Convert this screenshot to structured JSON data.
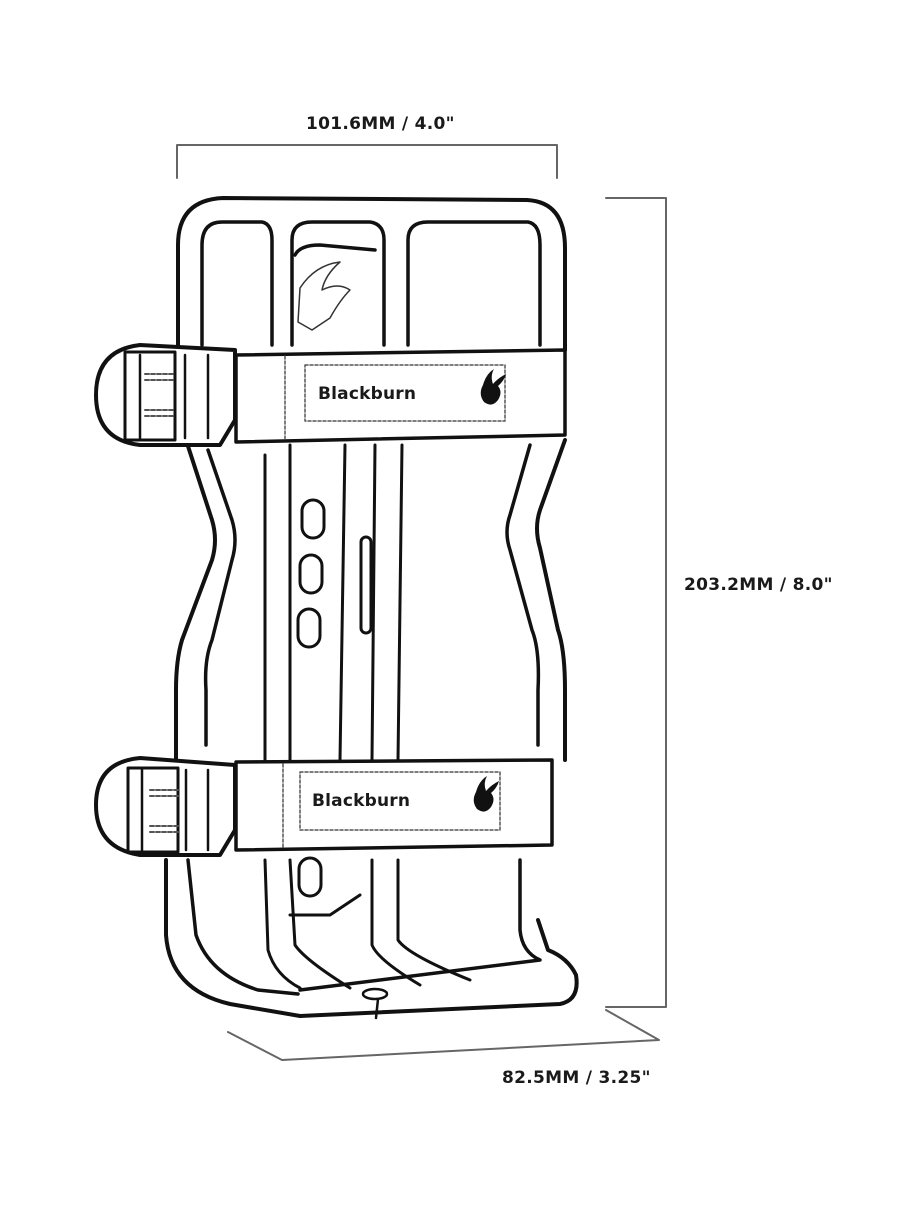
{
  "diagram": {
    "subject": "Blackburn bottle cage dimension drawing",
    "line_color": "#111111",
    "dimension_line_color": "#666666",
    "background": "#ffffff"
  },
  "dimensions": {
    "width": {
      "label": "101.6MM / 4.0\"",
      "mm": 101.6,
      "in": 4.0
    },
    "height": {
      "label": "203.2MM / 8.0\"",
      "mm": 203.2,
      "in": 8.0
    },
    "depth": {
      "label": "82.5MM / 3.25\"",
      "mm": 82.5,
      "in": 3.25
    }
  },
  "straps": [
    {
      "position": "upper",
      "brand_text": "Blackburn"
    },
    {
      "position": "lower",
      "brand_text": "Blackburn"
    }
  ],
  "features": {
    "mount_slots": 4,
    "logo": "flame-icon"
  }
}
